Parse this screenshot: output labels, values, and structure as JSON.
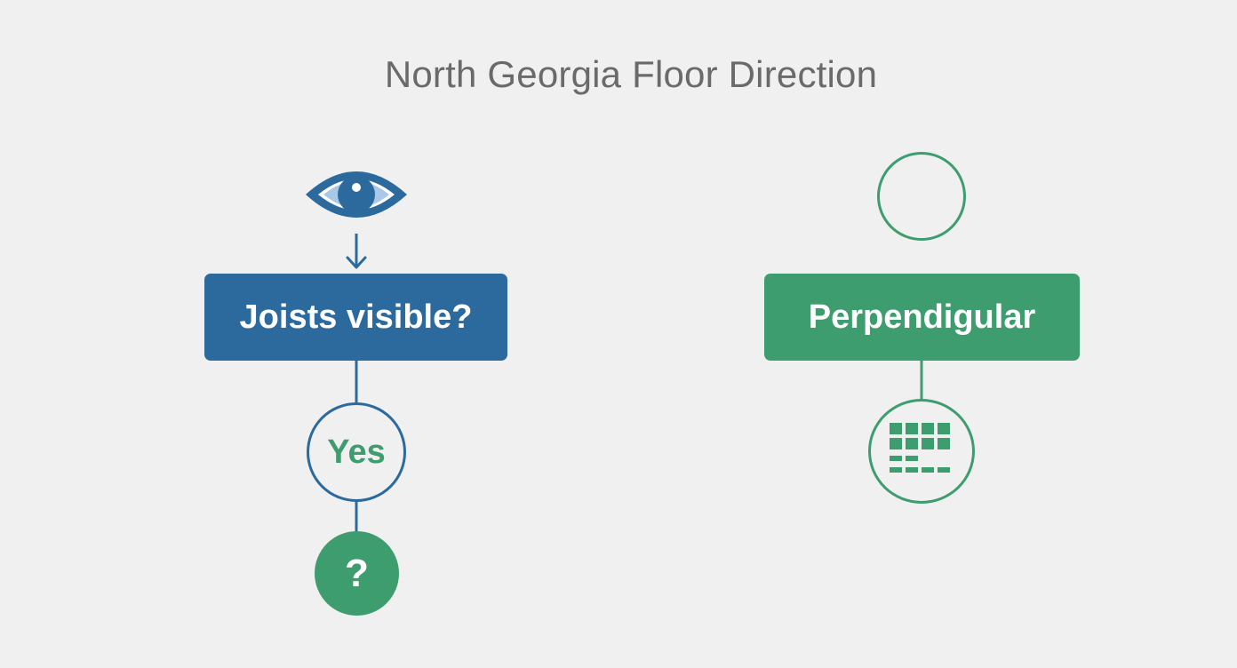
{
  "title": "North Georgia Floor Direction",
  "left_branch": {
    "icon": "eye-icon",
    "question_box": "Joists visible?",
    "answer": "Yes",
    "next": "?"
  },
  "right_branch": {
    "icon": "empty-circle",
    "result_box": "Perpendigular",
    "bottom_icon": "grid-icon"
  },
  "colors": {
    "blue": "#2c6a9e",
    "green": "#3e9d6f",
    "background": "#f0f0f0",
    "title": "#6a6a6a"
  }
}
